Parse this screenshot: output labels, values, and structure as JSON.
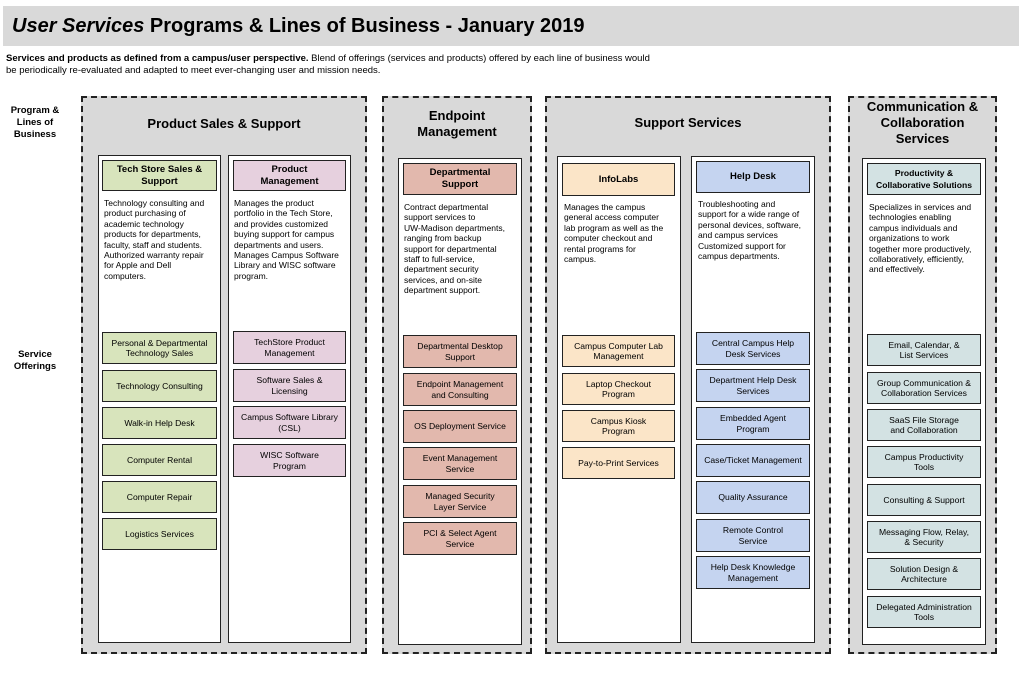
{
  "title": {
    "italic": "User Services",
    "rest": "Programs & Lines of Business - January 2019"
  },
  "intro": {
    "bold": "Services and products as defined from a campus/user perspective.",
    "line1": "Blend of offerings (services and products) offered by each line of business would",
    "line2": "be periodically re-evaluated and adapted to meet ever-changing user and mission needs."
  },
  "side_labels": {
    "programs": [
      "Program &",
      "Lines of",
      "Business"
    ],
    "offerings": [
      "Service",
      "Offerings"
    ]
  },
  "groups": [
    {
      "title": [
        "Product Sales & Support"
      ]
    },
    {
      "title": [
        "Endpoint",
        "Management"
      ]
    },
    {
      "title": [
        "Support Services"
      ]
    },
    {
      "title": [
        "Communication &",
        "Collaboration",
        "Services"
      ]
    }
  ],
  "columns": [
    {
      "head": [
        "Tech Store Sales &",
        "Support"
      ],
      "color": "#d8e4bc",
      "desc": [
        "Technology consulting and",
        "product purchasing of",
        "academic technology",
        "products for departments,",
        "faculty, staff and students.",
        "Authorized warranty repair",
        "for Apple and Dell",
        "computers."
      ],
      "offerings": [
        [
          "Personal & Departmental",
          "Technology Sales"
        ],
        [
          "Technology Consulting"
        ],
        [
          "Walk-in Help Desk"
        ],
        [
          "Computer Rental"
        ],
        [
          "Computer Repair"
        ],
        [
          "Logistics Services"
        ]
      ]
    },
    {
      "head": [
        "Product",
        "Management"
      ],
      "color": "#e6d0de",
      "desc": [
        "Manages the product",
        "portfolio in the Tech Store,",
        "and provides customized",
        "buying support for campus",
        "departments and users.",
        "Manages Campus Software",
        "Library and WISC software",
        "program."
      ],
      "offerings": [
        [
          "TechStore Product",
          "Management"
        ],
        [
          "Software Sales &",
          "Licensing"
        ],
        [
          "Campus Software Library",
          "(CSL)"
        ],
        [
          "WISC Software",
          "Program"
        ]
      ]
    },
    {
      "head": [
        "Departmental",
        "Support"
      ],
      "color": "#e2b8ad",
      "desc": [
        "Contract departmental",
        "support services to",
        "UW-Madison departments,",
        "ranging from backup",
        "support for departmental",
        "staff to full-service,",
        "department security",
        "services, and on-site",
        "department support."
      ],
      "offerings": [
        [
          "Departmental Desktop",
          "Support"
        ],
        [
          "Endpoint Management",
          "and Consulting"
        ],
        [
          "OS Deployment Service"
        ],
        [
          "Event Management",
          "Service"
        ],
        [
          "Managed Security",
          "Layer Service"
        ],
        [
          "PCI & Select Agent",
          "Service"
        ]
      ]
    },
    {
      "head": [
        "InfoLabs"
      ],
      "color": "#fbe5c8",
      "desc": [
        "Manages the campus",
        "general access computer",
        "lab program as well as the",
        "computer checkout and",
        "rental programs for",
        "campus."
      ],
      "offerings": [
        [
          "Campus Computer Lab",
          "Management"
        ],
        [
          "Laptop Checkout",
          "Program"
        ],
        [
          "Campus Kiosk",
          "Program"
        ],
        [
          "Pay-to-Print Services"
        ]
      ]
    },
    {
      "head": [
        "Help Desk"
      ],
      "color": "#c5d4f0",
      "desc": [
        "Troubleshooting and",
        "support for a wide range of",
        "personal devices, software,",
        "and campus services",
        "Customized support for",
        "campus departments."
      ],
      "offerings": [
        [
          "Central Campus Help",
          "Desk Services"
        ],
        [
          "Department Help Desk",
          "Services"
        ],
        [
          "Embedded Agent",
          "Program"
        ],
        [
          "Case/Ticket Management"
        ],
        [
          "Quality Assurance"
        ],
        [
          "Remote Control",
          "Service"
        ],
        [
          "Help Desk Knowledge",
          "Management"
        ]
      ]
    },
    {
      "head": [
        "Productivity &",
        "Collaborative Solutions"
      ],
      "color": "#d3e2e3",
      "desc": [
        "Specializes in services and",
        "technologies enabling",
        "campus individuals and",
        "organizations to work",
        "together more productively,",
        "collaboratively, efficiently,",
        "and effectively."
      ],
      "offerings": [
        [
          "Email, Calendar, &",
          "List Services"
        ],
        [
          "Group Communication &",
          "Collaboration Services"
        ],
        [
          "SaaS File Storage",
          "and Collaboration"
        ],
        [
          "Campus Productivity",
          "Tools"
        ],
        [
          "Consulting & Support"
        ],
        [
          "Messaging Flow, Relay,",
          "& Security"
        ],
        [
          "Solution Design &",
          "Architecture"
        ],
        [
          "Delegated Administration",
          "Tools"
        ]
      ]
    }
  ]
}
